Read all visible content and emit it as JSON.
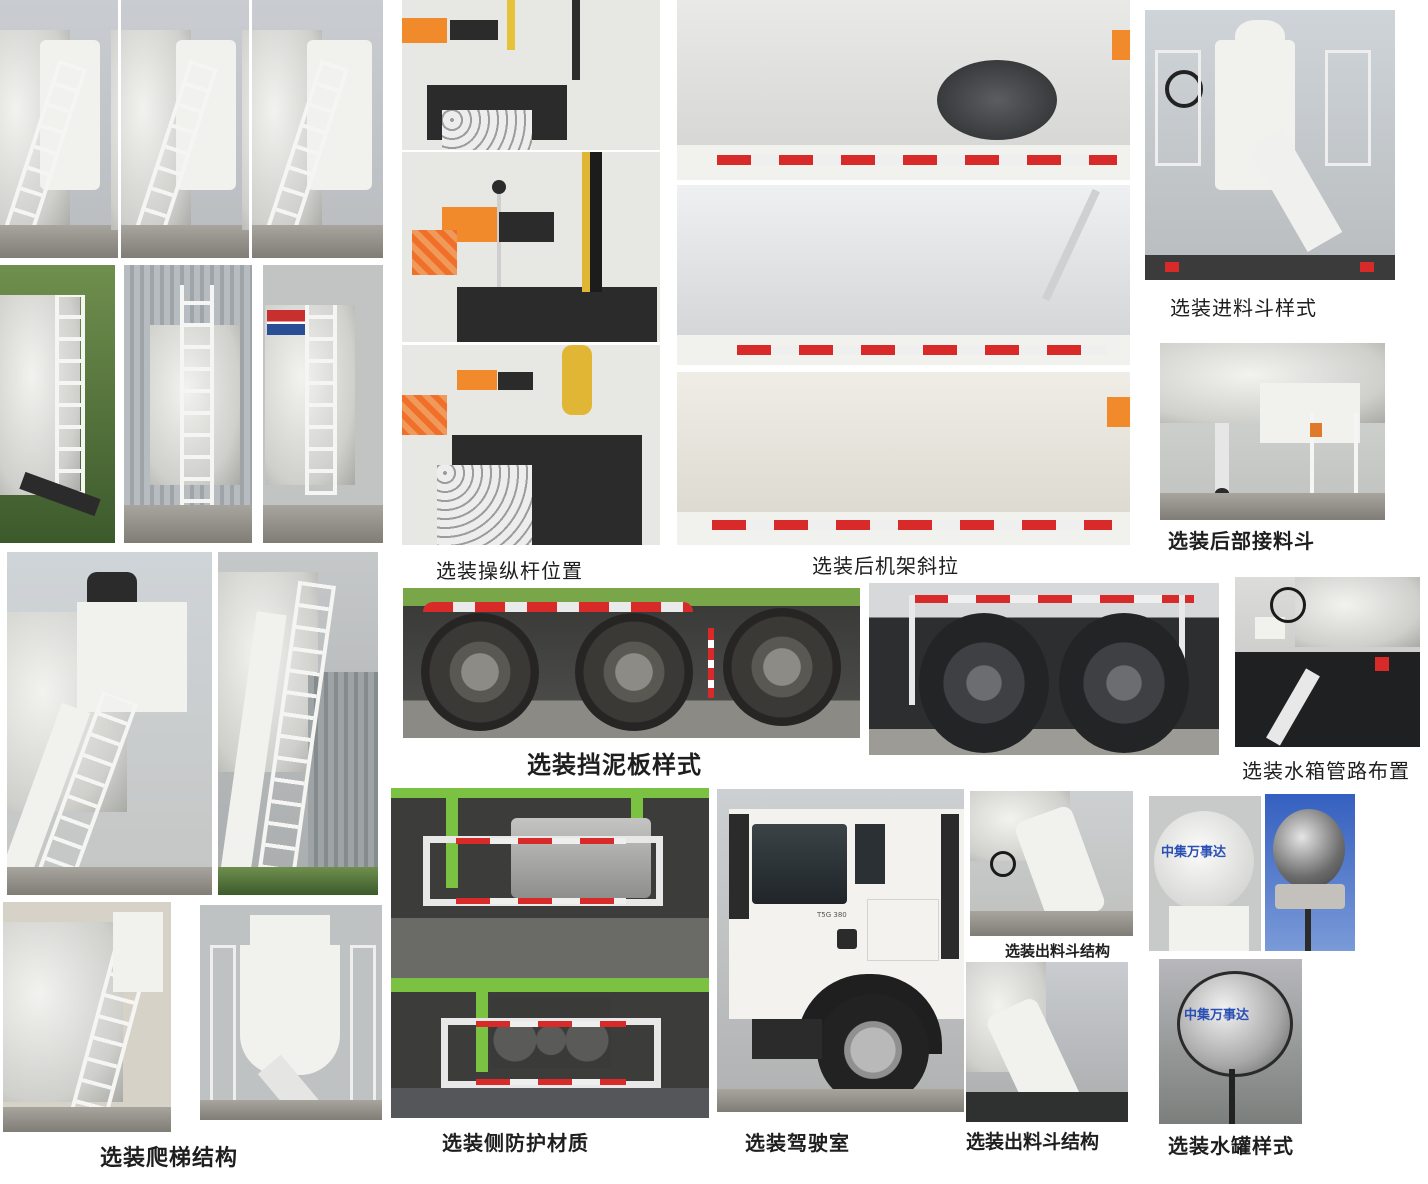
{
  "document": {
    "subject": "concrete mixer truck optional configurations",
    "background": "#ffffff"
  },
  "captions": {
    "hopper_style": "选装进料斗样式",
    "rear_receiving_hopper": "选装后部接料斗",
    "lever_position": "选装操纵杆位置",
    "rear_frame_brace": "选装后机架斜拉",
    "mudguard_style": "选装挡泥板样式",
    "water_tank_piping": "选装水箱管路布置",
    "discharge_chute_1": "选装出料斗结构",
    "discharge_chute_2": "选装出料斗结构",
    "water_tank_style": "选装水罐样式",
    "ladder_structure": "选装爬梯结构",
    "side_guard_material": "选装侧防护材质",
    "cab": "选装驾驶室"
  },
  "photos": [
    {
      "id": "ladder-rear-views-top",
      "caption_key": null
    },
    {
      "id": "ladder-rear-views-bottom",
      "caption_key": null
    },
    {
      "id": "control-lever-views",
      "caption_key": "lever_position"
    },
    {
      "id": "rear-frame-brace-views",
      "caption_key": "rear_frame_brace"
    },
    {
      "id": "feed-hopper",
      "caption_key": "hopper_style"
    },
    {
      "id": "rear-receiving-hopper",
      "caption_key": "rear_receiving_hopper"
    },
    {
      "id": "ladder-closeups",
      "caption_key": "ladder_structure"
    },
    {
      "id": "mudguard-views",
      "caption_key": "mudguard_style"
    },
    {
      "id": "water-tank-piping",
      "caption_key": "water_tank_piping"
    },
    {
      "id": "side-guard",
      "caption_key": "side_guard_material"
    },
    {
      "id": "cab",
      "caption_key": "cab"
    },
    {
      "id": "discharge-chute-1",
      "caption_key": "discharge_chute_1"
    },
    {
      "id": "discharge-chute-2",
      "caption_key": "discharge_chute_2"
    },
    {
      "id": "water-tank-painted",
      "caption_key": "water_tank_style"
    },
    {
      "id": "water-tank-steel",
      "caption_key": "water_tank_style"
    }
  ],
  "tank_labels": {
    "painted_tank_text": "中集万事达",
    "steel_tank_text": "中集万事达"
  },
  "cab_badge": "T5G 380",
  "colors": {
    "reflector_red": "#d92a2a",
    "chassis_green": "#7cc242",
    "warning_orange": "#f08a2a",
    "tank_lettering_blue": "#2a4fb5"
  }
}
